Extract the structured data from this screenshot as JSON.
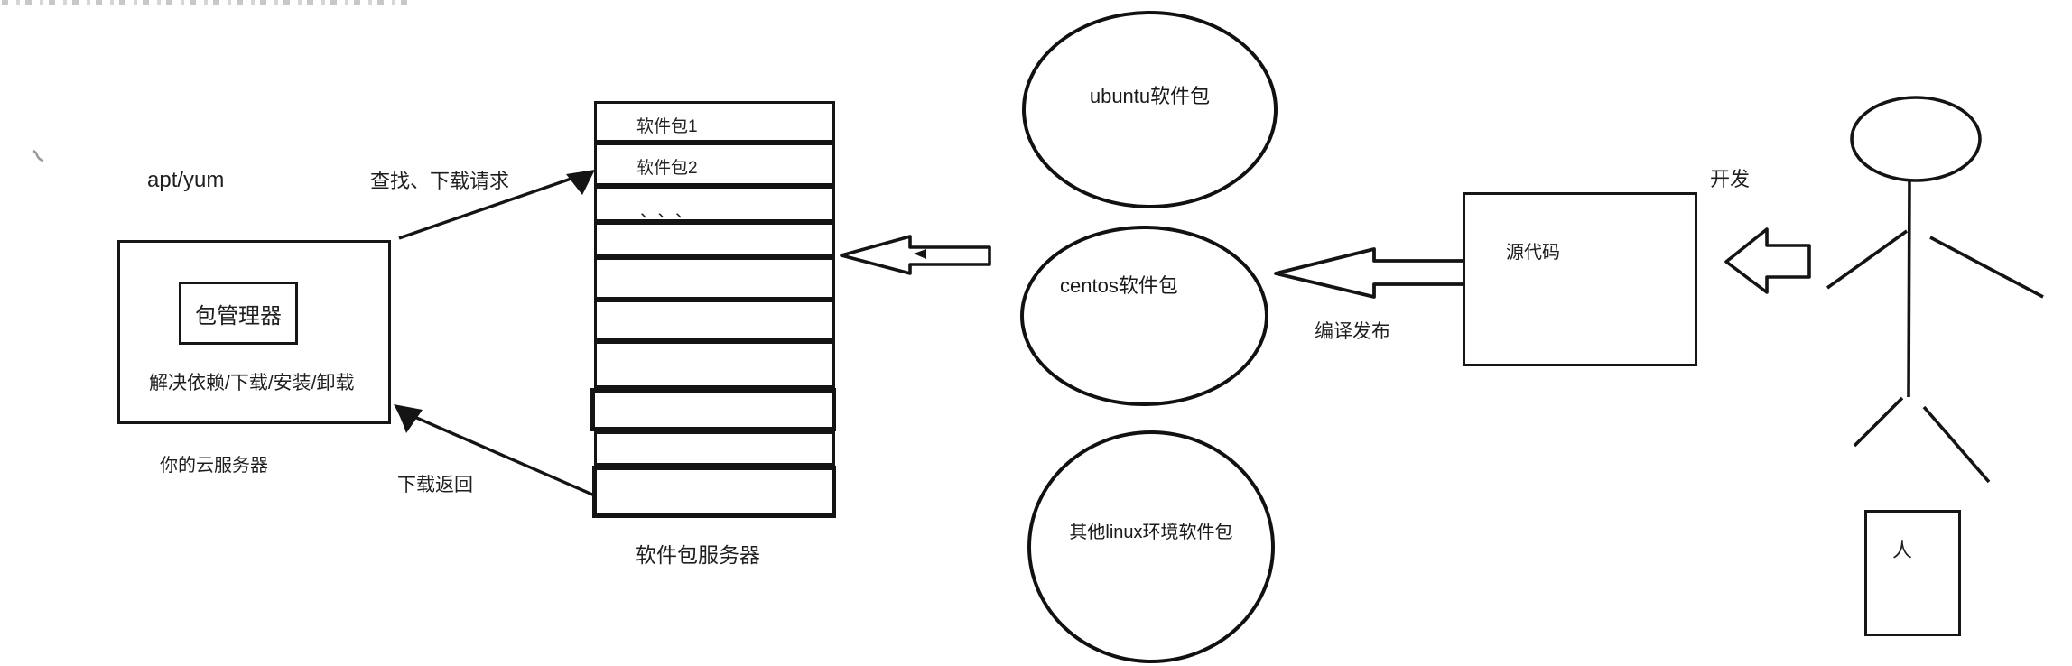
{
  "diagram": {
    "cloud_server": {
      "tool_label": "apt/yum",
      "package_manager_label": "包管理器",
      "capabilities_label": "解决依赖/下载/安装/卸载",
      "caption": "你的云服务器"
    },
    "requests": {
      "search_download_label": "查找、下载请求",
      "download_return_label": "下载返回"
    },
    "package_server": {
      "rows": [
        "软件包1",
        "软件包2",
        "、、、",
        "",
        "",
        "",
        "",
        "",
        "",
        ""
      ],
      "caption": "软件包服务器"
    },
    "repos": [
      {
        "label": "ubuntu软件包"
      },
      {
        "label": "centos软件包"
      },
      {
        "label": "其他linux环境软件包"
      }
    ],
    "source_code": {
      "box_label": "源代码",
      "develop_label": "开发",
      "compile_release_label": "编译发布"
    },
    "person": {
      "box_label": "人"
    }
  },
  "colors": {
    "stroke": "#161616",
    "background": "#ffffff",
    "muted": "#9e9e9e"
  }
}
